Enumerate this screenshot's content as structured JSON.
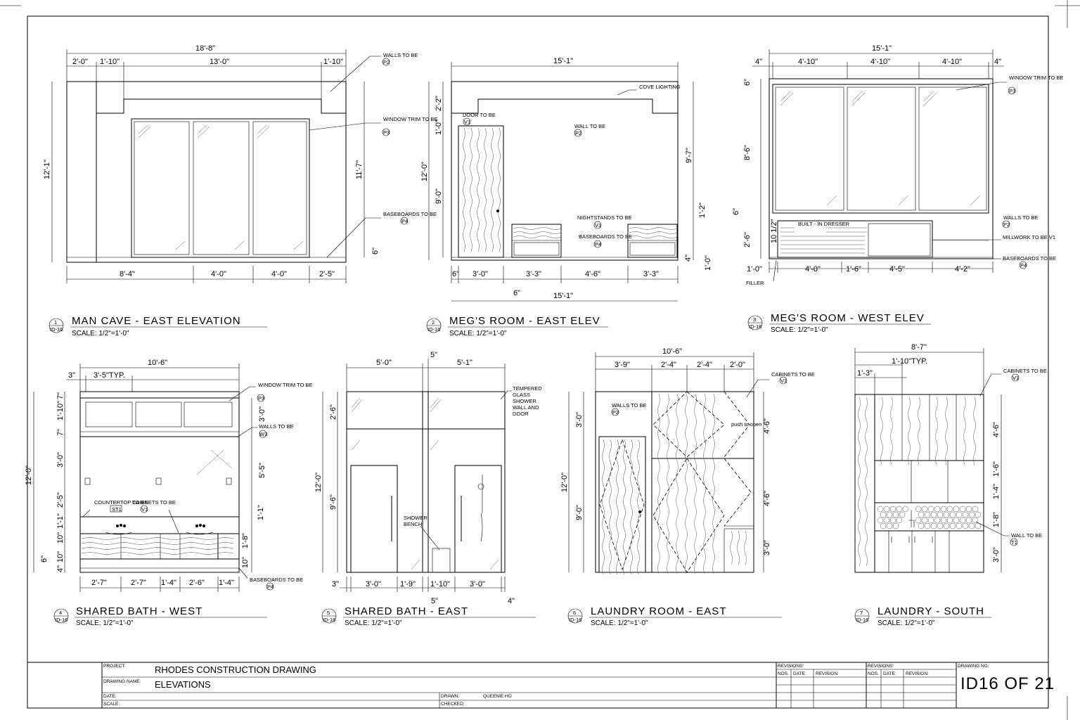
{
  "elevations": [
    {
      "number": "1",
      "sheet": "ID-16",
      "title": "MAN CAVE - EAST ELEVATION",
      "scale": "SCALE: 1/2\"=1'-0\"",
      "dims": {
        "top_overall": "18'-8\"",
        "top_a": "2'-0\"",
        "top_b": "1'-10\"",
        "top_c": "13'-0\"",
        "top_d": "1'-10\"",
        "left_h": "12'-1\"",
        "right_h": "11'-7\"",
        "base": "6\"",
        "bot_a": "8'-4\"",
        "bot_b": "4'-0\"",
        "bot_c": "4'-0\"",
        "bot_d": "2'-5\""
      },
      "notes": {
        "walls": "WALLS TO BE",
        "walls_tag": "P2",
        "trim": "WINDOW TRIM TO BE",
        "trim_tag": "P3",
        "base": "BASEBOARDS TO BE",
        "base_tag": "P4"
      }
    },
    {
      "number": "2",
      "sheet": "ID-16",
      "title": "MEG'S ROOM - EAST ELEV",
      "scale": "SCALE: 1/2\"=1'-0\"",
      "dims": {
        "top": "15'-1\"",
        "left_a": "2'-2\"",
        "left_b": "1'-0\"",
        "left_h": "12'-0\"",
        "left_c": "9'-0\"",
        "right_a": "9'-7\"",
        "right_b": "1'-2\"",
        "right_c": "4\"",
        "right_d": "1'-0\"",
        "bot_a": "6\"",
        "bot_b": "3'-0\"",
        "bot_c": "3'-3\"",
        "bot_d": "4'-6\"",
        "bot_e": "3'-3\"",
        "bot_f": "6\"",
        "bot_total": "15'-1\""
      },
      "notes": {
        "cove": "COVE LIGHTING",
        "door": "DOOR TO BE",
        "door_tag": "V1",
        "wall": "WALL TO BE",
        "wall_tag": "P2",
        "night": "NIGHTSTANDS TO BE",
        "night_tag": "V1",
        "base": "BASEBOARDS TO BE",
        "base_tag": "P4"
      }
    },
    {
      "number": "3",
      "sheet": "ID-16",
      "title": "MEG'S ROOM - WEST ELEV",
      "scale": "SCALE: 1/2\"=1'-0\"",
      "dims": {
        "top": "15'-1\"",
        "top_a": "4\"",
        "top_b": "4'-10\"",
        "top_c": "4'-10\"",
        "top_d": "4'-10\"",
        "top_e": "4\"",
        "left_a": "6\"",
        "left_b": "8'-6\"",
        "left_c": "6\"",
        "left_d": "2'-6\"",
        "left_e": "10 1/2\"",
        "bot_a": "1'-0\"",
        "bot_b": "4'-0\"",
        "bot_c": "1'-6\"",
        "bot_d": "4'-5\"",
        "bot_e": "4'-2\""
      },
      "notes": {
        "trim": "WINDOW TRIM TO BE",
        "trim_tag": "P3",
        "walls": "WALLS TO BE",
        "walls_tag": "P2",
        "dresser": "BUILT - IN DRESSER",
        "mill": "MILLWORK TO BE V1",
        "base": "BASEBOARDS TO BE",
        "base_tag": "P4",
        "filler": "FILLER"
      }
    },
    {
      "number": "4",
      "sheet": "ID-16",
      "title": "SHARED BATH -   WEST",
      "scale": "SCALE: 1/2\"=1'-0\"",
      "dims": {
        "top": "10'-6\"",
        "top_a": "3\"",
        "top_b": "3'-5\"TYP.",
        "left_h": "12'-0\"",
        "l1": "7\"",
        "l2": "1'-10\"",
        "l3": "7\"",
        "l4": "3'-0\"",
        "l5": "2'-5\"",
        "l6": "1'-1\"",
        "l7": "10\"",
        "l8": "10\"",
        "l9": "4\"",
        "l10": "6\"",
        "r1": "3'-0\"",
        "r2": "5'-5\"",
        "r3": "1'-1\"",
        "r4": "1'-8\"",
        "r5": "10\"",
        "bot_a": "2'-7\"",
        "bot_b": "2'-7\"",
        "bot_c": "1'-4\"",
        "bot_d": "2'-6\"",
        "bot_e": "1'-4\""
      },
      "notes": {
        "trim": "WINDOW TRIM TO BE",
        "trim_tag": "P3",
        "walls": "WALLS TO BE",
        "walls_tag": "W3",
        "counter": "COUNTERTOP TO BE",
        "counter_tag": "ST1",
        "cab": "CABINETS TO BE",
        "cab_tag": "V1",
        "base": "BASEBOARDS TO BE",
        "base_tag": "P4"
      }
    },
    {
      "number": "5",
      "sheet": "ID-16",
      "title": "SHARED BATH - EAST",
      "scale": "SCALE: 1/2\"=1'-0\"",
      "dims": {
        "top_a": "5'-0\"",
        "top_b": "5\"",
        "top_c": "5'-1\"",
        "left_a": "2'-6\"",
        "left_h": "12'-0\"",
        "left_b": "9'-6\"",
        "bot_a": "3\"",
        "bot_b": "3'-0\"",
        "bot_c": "1'-9\"",
        "bot_d": "1'-10\"",
        "bot_e": "3'-0\"",
        "bot_f": "5\"",
        "bot_g": "4\""
      },
      "notes": {
        "glass": "TEMPERED GLASS SHOWER WALL AND DOOR",
        "bench": "SHOWER BENCH"
      }
    },
    {
      "number": "6",
      "sheet": "ID-16",
      "title": "LAUNDRY ROOM - EAST",
      "scale": "SCALE: 1/2\"=1'-0\"",
      "dims": {
        "top": "10'-6\"",
        "top_a": "3'-9\"",
        "top_b": "2'-4\"",
        "top_c": "2'-4\"",
        "top_d": "2'-0\"",
        "left_a": "3'-0\"",
        "left_h": "12'-0\"",
        "left_b": "9'-0\"",
        "right_a": "4'-6\"",
        "right_b": "4'-6\"",
        "right_c": "3'-0\""
      },
      "notes": {
        "walls": "WALLS TO BE",
        "walls_tag": "P2",
        "cab": "CABINETS TO BE",
        "cab_tag": "V1",
        "push": "push to open"
      }
    },
    {
      "number": "7",
      "sheet": "ID-16",
      "title": "LAUNDRY - SOUTH",
      "scale": "SCALE: 1/2\"=1'-0\"",
      "dims": {
        "top": "8'-7\"",
        "top_a": "1'-3\"",
        "top_b": "1'-10\"TYP.",
        "r1": "4'-6\"",
        "r2": "1'-6\"",
        "r3": "1'-4\"",
        "r4": "1'-8\"",
        "r5": "3'-0\""
      },
      "notes": {
        "cab": "CABINETS TO BE",
        "cab_tag": "V1",
        "wall": "WALL TO BE",
        "wall_tag": "T1"
      }
    }
  ],
  "titleblock": {
    "project_label": "PROJECT:",
    "project": "RHODES CONSTRUCTION DRAWING",
    "drawing_name_label": "DRAWING NAME:",
    "drawing_name": "ELEVATIONS",
    "date_label": "DATE:",
    "scale_label": "SCALE:",
    "drawn_label": "DRAWN:",
    "drawn": "QUEENIE HO",
    "checked_label": "CHECKED:",
    "revisions_label": "REVISIONS:",
    "nos_label": "NOS.",
    "rev_date_label": "DATE:",
    "revision_label": "REVISION:",
    "drawing_no_label": "DRAWING NO.",
    "drawing_no": "ID16  OF  21"
  }
}
